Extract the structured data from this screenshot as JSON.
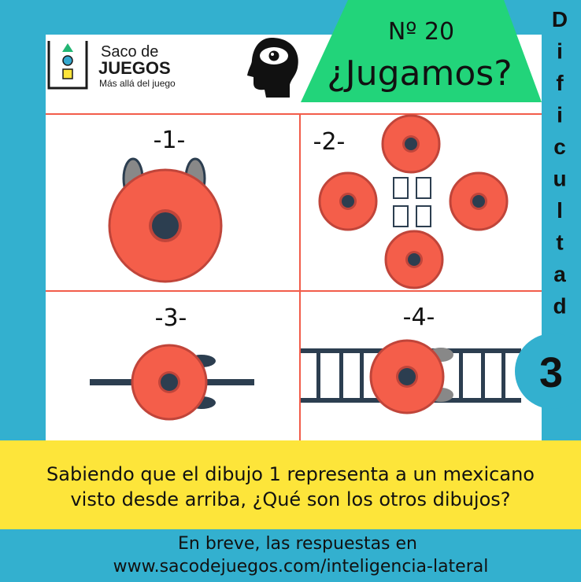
{
  "colors": {
    "background": "#33b0cf",
    "panel": "#ffffff",
    "accent_green": "#22d47a",
    "question_band": "#fde53a",
    "grid_lines": "#f25c4a",
    "head_fill": "#f45e4a",
    "head_stroke": "#c0453a",
    "hair": "#2c3e50",
    "ears": "#888888"
  },
  "logo": {
    "line1": "Saco de",
    "line2": "JUEGOS",
    "tagline": "Más allá del juego"
  },
  "icons": {
    "logo": "shapes-stack-icon",
    "header": "head-eye-icon"
  },
  "badge": {
    "number": "Nº 20",
    "title": "¿Jugamos?"
  },
  "difficulty": {
    "letters": [
      "D",
      "i",
      "f",
      "i",
      "c",
      "u",
      "l",
      "t",
      "a",
      "d"
    ],
    "level": "3"
  },
  "panels": [
    {
      "label": "-1-"
    },
    {
      "label": "-2-"
    },
    {
      "label": "-3-"
    },
    {
      "label": "-4-"
    }
  ],
  "question": {
    "line1": "Sabiendo que el dibujo 1 representa a un mexicano",
    "line2": "visto desde arriba, ¿Qué son los otros dibujos?"
  },
  "footer": {
    "line1": "En breve, las respuestas en",
    "line2": "www.sacodejuegos.com/inteligencia-lateral"
  }
}
